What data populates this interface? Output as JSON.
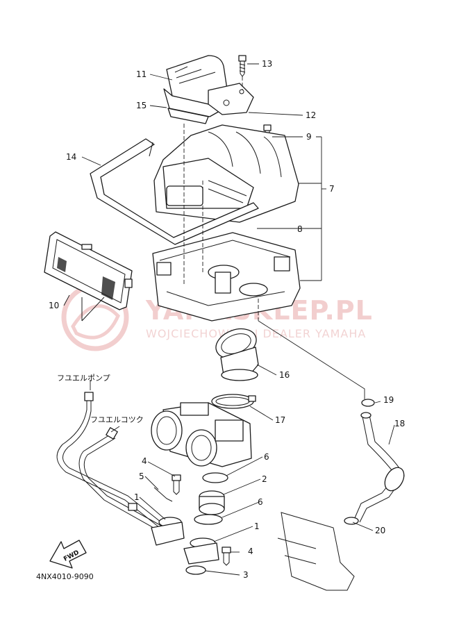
{
  "diagram_code": "4NX4010-9090",
  "fuel_labels": {
    "pump": "フユエルポンプ",
    "cock": "フユエルコツク"
  },
  "fwd_label": "FWD",
  "watermark": {
    "main": "YAMASKLEP.PL",
    "sub": "WOJCIECHOWICZ I DEALER YAMAHA",
    "color": "#f2c4c4"
  },
  "callouts": [
    "1",
    "1",
    "2",
    "3",
    "4",
    "4",
    "5",
    "6",
    "6",
    "7",
    "8",
    "9",
    "10",
    "11",
    "12",
    "13",
    "14",
    "15",
    "16",
    "17",
    "18",
    "19",
    "20"
  ]
}
